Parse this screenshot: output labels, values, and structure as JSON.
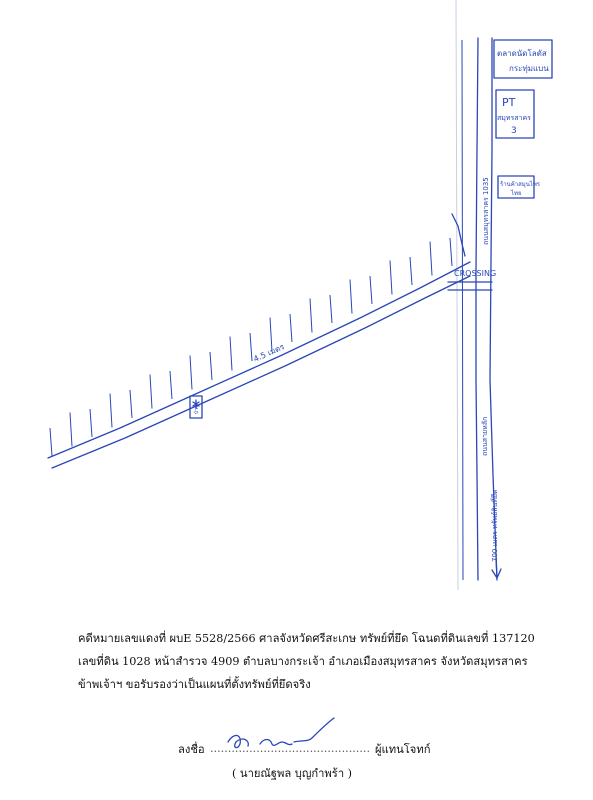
{
  "map": {
    "road_label_diagonal": "4.5 เมตร",
    "road_label_vertical_top": "ถนนสมุทรสาคร 1035",
    "road_label_vertical_bottom": "ถนนสายหลัก",
    "distance_label": "700 เมตร ทรัพย์สินที่ยึด",
    "intersection_label": "CROSSING",
    "landmarks": [
      {
        "label_line1": "ตลาดนัดโลตัส",
        "label_line2": "กระทุ่มแบน"
      },
      {
        "label_line1": "PT",
        "label_line2": "สมุทรสาคร",
        "label_line3": "3"
      },
      {
        "label_line1": "ร้านค้าสมุนไพร",
        "label_line2": "ไทย"
      }
    ],
    "property_marker_label": "บ้าน"
  },
  "caption": {
    "line1": "คดีหมายเลขแดงที่ ผบE 5528/2566   ศาลจังหวัดศรีสะเกษ  ทรัพย์ที่ยึด โฉนดที่ดินเลขที่ 137120",
    "line2": "เลขที่ดิน 1028 หน้าสำรวจ 4909  ตำบลบางกระเจ้า  อำเภอเมืองสมุทรสาคร จังหวัดสมุทรสาคร",
    "line3": "ข้าพเจ้าฯ ขอรับรองว่าเป็นแผนที่ตั้งทรัพย์ที่ยึดจริง"
  },
  "signature": {
    "sign_label": "ลงชื่อ",
    "dots": "......................................................",
    "role": "ผู้แทนโจทก์",
    "name": "( นายณัฐพล  บุญกำพร้า )"
  }
}
